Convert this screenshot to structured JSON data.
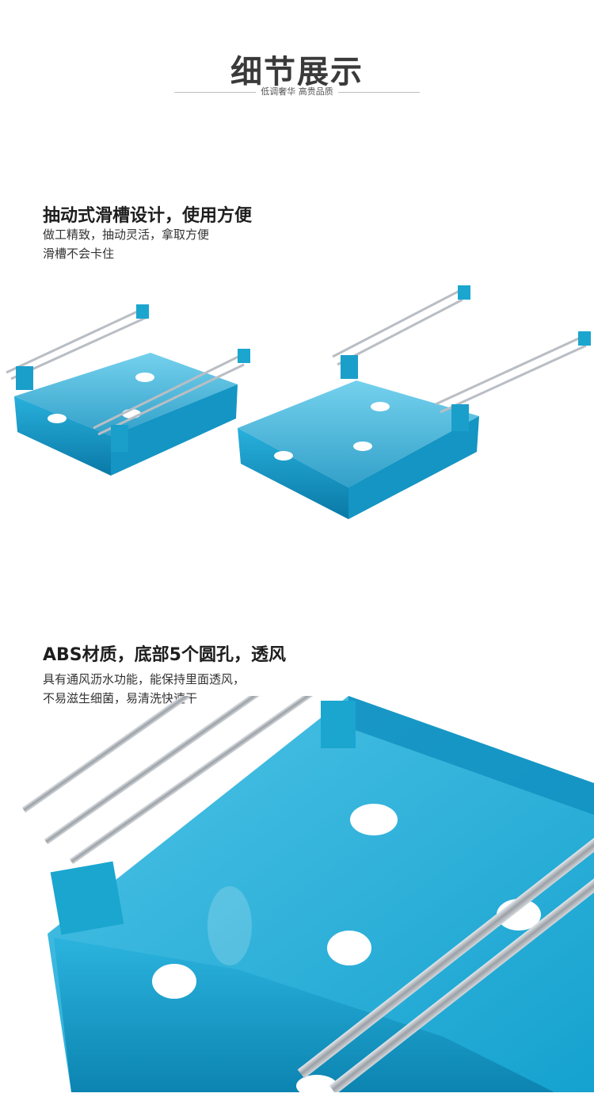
{
  "header": {
    "title": "细节展示",
    "subtitle": "低调奢华  高贵品质"
  },
  "section1": {
    "heading": "抽动式滑槽设计，使用方便",
    "lines": [
      "做工精致，抽动灵活，拿取方便",
      "滑槽不会卡住"
    ]
  },
  "section2": {
    "heading": "ABS材质，底部5个圆孔，透风",
    "lines": [
      "具有通风沥水功能，能保持里面透风，",
      "不易滋生细菌，易清洗快速干"
    ]
  },
  "colors": {
    "tray_blue": "#1aa6cf",
    "tray_dark": "#0b7fa8",
    "metal": "#b9bec4"
  }
}
